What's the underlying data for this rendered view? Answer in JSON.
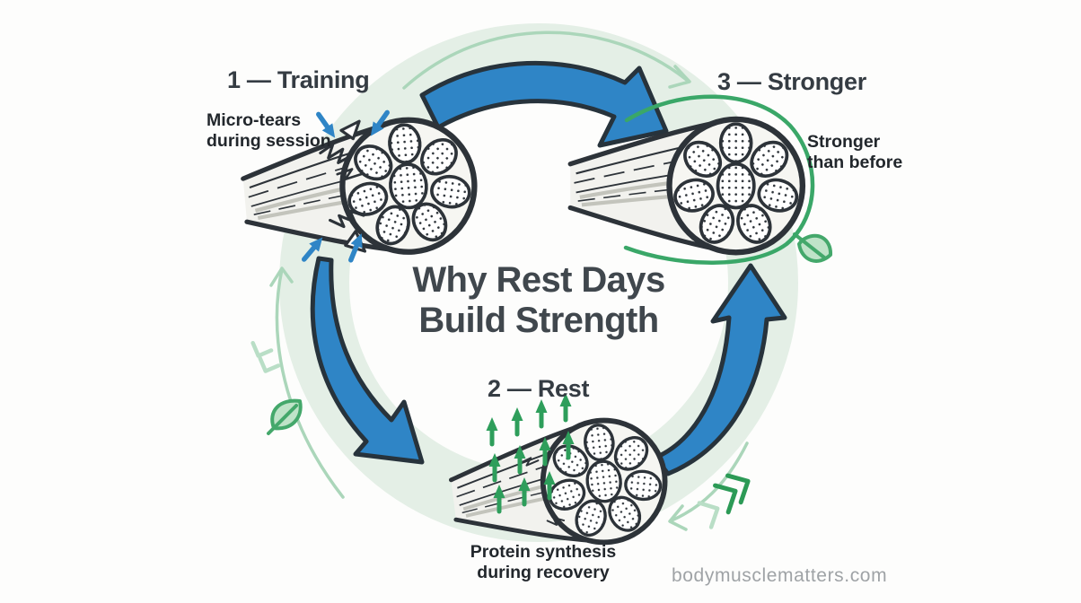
{
  "diagram": {
    "title": "Why Rest Days\nBuild Strength",
    "steps": {
      "training": {
        "heading": "1 — Training",
        "caption": "Micro-tears\nduring session"
      },
      "rest": {
        "heading": "2 — Rest",
        "caption": "Protein synthesis\nduring recovery"
      },
      "stronger": {
        "heading": "3 — Stronger",
        "caption": "Stronger\nthan before"
      }
    },
    "watermark": "bodymusclematters.com"
  },
  "icons": [
    "cycle-ring",
    "cycle-arc-arrow-icon",
    "flow-arrow-icon",
    "muscle-fiber-illustration",
    "tear-pointer-arrow-icon",
    "growth-arrow-icon",
    "leaf-icon",
    "chevron-icon"
  ],
  "colors": {
    "background": "#fdfdfc",
    "ring_green": "#e4efe6",
    "arc_light_green": "#abd6ba",
    "accent_green": "#2e9e5b",
    "stronger_outline_green": "#3aa768",
    "leaf_fill": "#bfe3c8",
    "leaf_stroke": "#44a86b",
    "arrow_blue": "#2f85c6",
    "outline_dark": "#27333c",
    "heading_text": "#353c43",
    "title_text": "#40474d",
    "watermark_text": "#9fa3a6"
  }
}
